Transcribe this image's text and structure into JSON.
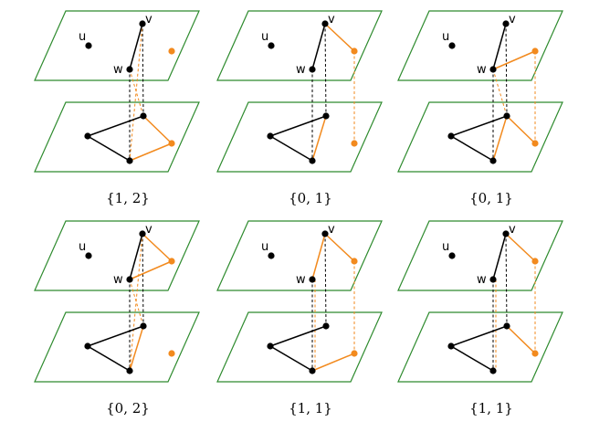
{
  "labels": {
    "u": "u",
    "v": "v",
    "w": "w"
  },
  "colors": {
    "plane": "#2e8b2e",
    "black": "#000000",
    "orange": "#f28a1e"
  },
  "panels": [
    {
      "caption": "{1, 2}",
      "top_extra": "orange",
      "top_edges": [
        [
          "w",
          "v",
          "black"
        ]
      ],
      "bottom_edges": [
        [
          "L",
          "T",
          "black"
        ],
        [
          "L",
          "B",
          "black"
        ],
        [
          "T",
          "R",
          "orange"
        ],
        [
          "R",
          "B",
          "orange"
        ]
      ],
      "bottom_colors": {
        "L": "black",
        "T": "black",
        "B": "black",
        "R": "orange"
      },
      "verticals": [
        [
          "w",
          "B",
          "black"
        ],
        [
          "v",
          "T",
          "black"
        ],
        [
          "v",
          "B",
          "orange"
        ],
        [
          "w",
          "T",
          "orange"
        ]
      ]
    },
    {
      "caption": "{0, 1}",
      "top_extra": "orange",
      "top_edges": [
        [
          "w",
          "v",
          "black"
        ],
        [
          "v",
          "O",
          "orange"
        ]
      ],
      "bottom_edges": [
        [
          "L",
          "T",
          "black"
        ],
        [
          "L",
          "B",
          "black"
        ],
        [
          "T",
          "B",
          "orange"
        ]
      ],
      "bottom_colors": {
        "L": "black",
        "T": "black",
        "B": "black",
        "R": "orange"
      },
      "verticals": [
        [
          "w",
          "B",
          "black"
        ],
        [
          "v",
          "T",
          "black"
        ],
        [
          "O",
          "R",
          "orange"
        ]
      ]
    },
    {
      "caption": "{0, 1}",
      "top_extra": "orange",
      "top_edges": [
        [
          "w",
          "v",
          "black"
        ],
        [
          "w",
          "O",
          "orange"
        ]
      ],
      "bottom_edges": [
        [
          "L",
          "T",
          "black"
        ],
        [
          "L",
          "B",
          "black"
        ],
        [
          "T",
          "B",
          "orange"
        ],
        [
          "T",
          "R",
          "orange"
        ]
      ],
      "bottom_colors": {
        "L": "black",
        "T": "black",
        "B": "black",
        "R": "orange"
      },
      "verticals": [
        [
          "w",
          "B",
          "black"
        ],
        [
          "v",
          "T",
          "black"
        ],
        [
          "w",
          "T",
          "orange"
        ],
        [
          "O",
          "R",
          "orange"
        ]
      ]
    },
    {
      "caption": "{0, 2}",
      "top_extra": "orange",
      "top_edges": [
        [
          "w",
          "v",
          "black"
        ],
        [
          "v",
          "O",
          "orange"
        ],
        [
          "O",
          "w",
          "orange"
        ]
      ],
      "bottom_edges": [
        [
          "L",
          "T",
          "black"
        ],
        [
          "L",
          "B",
          "black"
        ],
        [
          "T",
          "B",
          "orange"
        ]
      ],
      "bottom_colors": {
        "L": "black",
        "T": "black",
        "B": "black",
        "R": "orange"
      },
      "verticals": [
        [
          "w",
          "B",
          "black"
        ],
        [
          "v",
          "T",
          "black"
        ],
        [
          "w",
          "T",
          "orange"
        ],
        [
          "v",
          "B",
          "orange"
        ]
      ]
    },
    {
      "caption": "{1, 1}",
      "top_extra": "orange",
      "top_edges": [
        [
          "w",
          "v",
          "orange"
        ],
        [
          "v",
          "O",
          "orange"
        ]
      ],
      "bottom_edges": [
        [
          "L",
          "T",
          "black"
        ],
        [
          "L",
          "B",
          "black"
        ],
        [
          "B",
          "R",
          "orange"
        ]
      ],
      "bottom_colors": {
        "L": "black",
        "T": "black",
        "B": "black",
        "R": "orange"
      },
      "verticals": [
        [
          "w",
          "B",
          "black"
        ],
        [
          "v",
          "T",
          "black"
        ],
        [
          "O",
          "R",
          "orange"
        ],
        [
          "w",
          "B",
          "orange"
        ]
      ]
    },
    {
      "caption": "{1, 1}",
      "top_extra": "orange",
      "top_edges": [
        [
          "w",
          "v",
          "black"
        ],
        [
          "v",
          "O",
          "orange"
        ]
      ],
      "bottom_edges": [
        [
          "L",
          "T",
          "black"
        ],
        [
          "L",
          "B",
          "black"
        ],
        [
          "T",
          "R",
          "orange"
        ]
      ],
      "bottom_colors": {
        "L": "black",
        "T": "black",
        "B": "black",
        "R": "orange"
      },
      "verticals": [
        [
          "w",
          "B",
          "black"
        ],
        [
          "v",
          "T",
          "black"
        ],
        [
          "O",
          "R",
          "orange"
        ],
        [
          "w",
          "B",
          "orange"
        ]
      ]
    }
  ]
}
